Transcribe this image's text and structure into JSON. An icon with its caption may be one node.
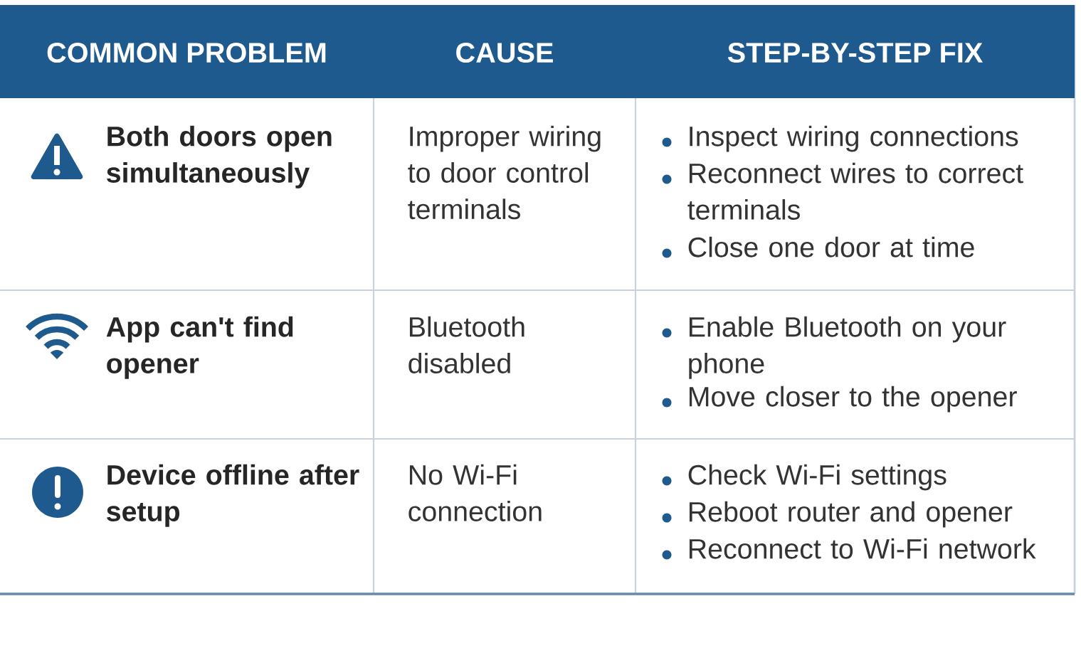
{
  "diagram": {
    "labels": [
      "COMMON PROBLEM",
      "CAUSE",
      "STEP-BY-STEP FIX",
      "Both doors open simultaneously",
      "Improper wiring to door control terminals",
      "Inspect wiring connections",
      "Reconnect wires to correct terminals",
      "Close one door at time",
      "App can't find opener",
      "Bluetooth disabled",
      "Enable Bluetooth on your phone",
      "Move closer to the opener",
      "Device offline after setup",
      "No Wi-Fi connection",
      "Check Wi-Fi settings",
      "Reboot router and opener",
      "Reconnect to Wi-Fi network"
    ]
  }
}
